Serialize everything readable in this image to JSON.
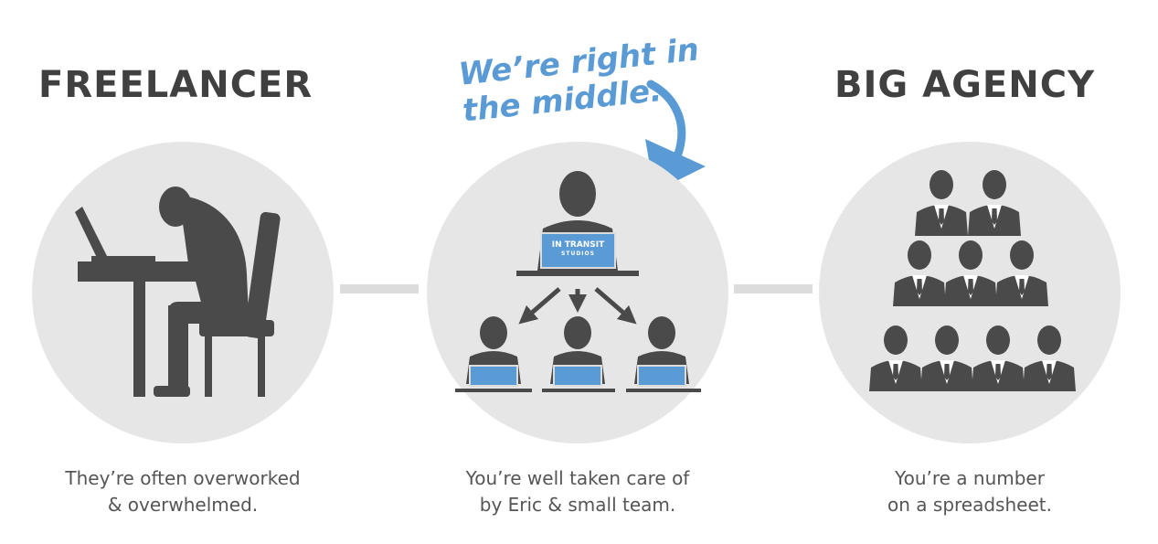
{
  "colors": {
    "circle": "#e6e6e6",
    "connector": "#dcdcdc",
    "figure": "#4a4a4a",
    "accent": "#5b9bd5",
    "heading": "#404040",
    "caption": "#555555"
  },
  "freelancer": {
    "title": "FREELANCER",
    "caption_line1": "They’re often overworked",
    "caption_line2": "& overwhelmed."
  },
  "middle": {
    "callout_line1": "We’re right in",
    "callout_line2": "the middle.",
    "logo_line1": "IN TRANSIT",
    "logo_line2": "STUDIOS",
    "caption_line1": "You’re well taken care of",
    "caption_line2": "by Eric & small team."
  },
  "agency": {
    "title": "BIG AGENCY",
    "caption_line1": "You’re a number",
    "caption_line2": "on a spreadsheet."
  },
  "icons": {
    "freelancer_scene": "overwhelmed-person-at-desk-icon",
    "team_scene": "leader-with-team-icon",
    "agency_scene": "crowd-of-business-people-icon",
    "callout_arrow": "curved-arrow-icon"
  }
}
